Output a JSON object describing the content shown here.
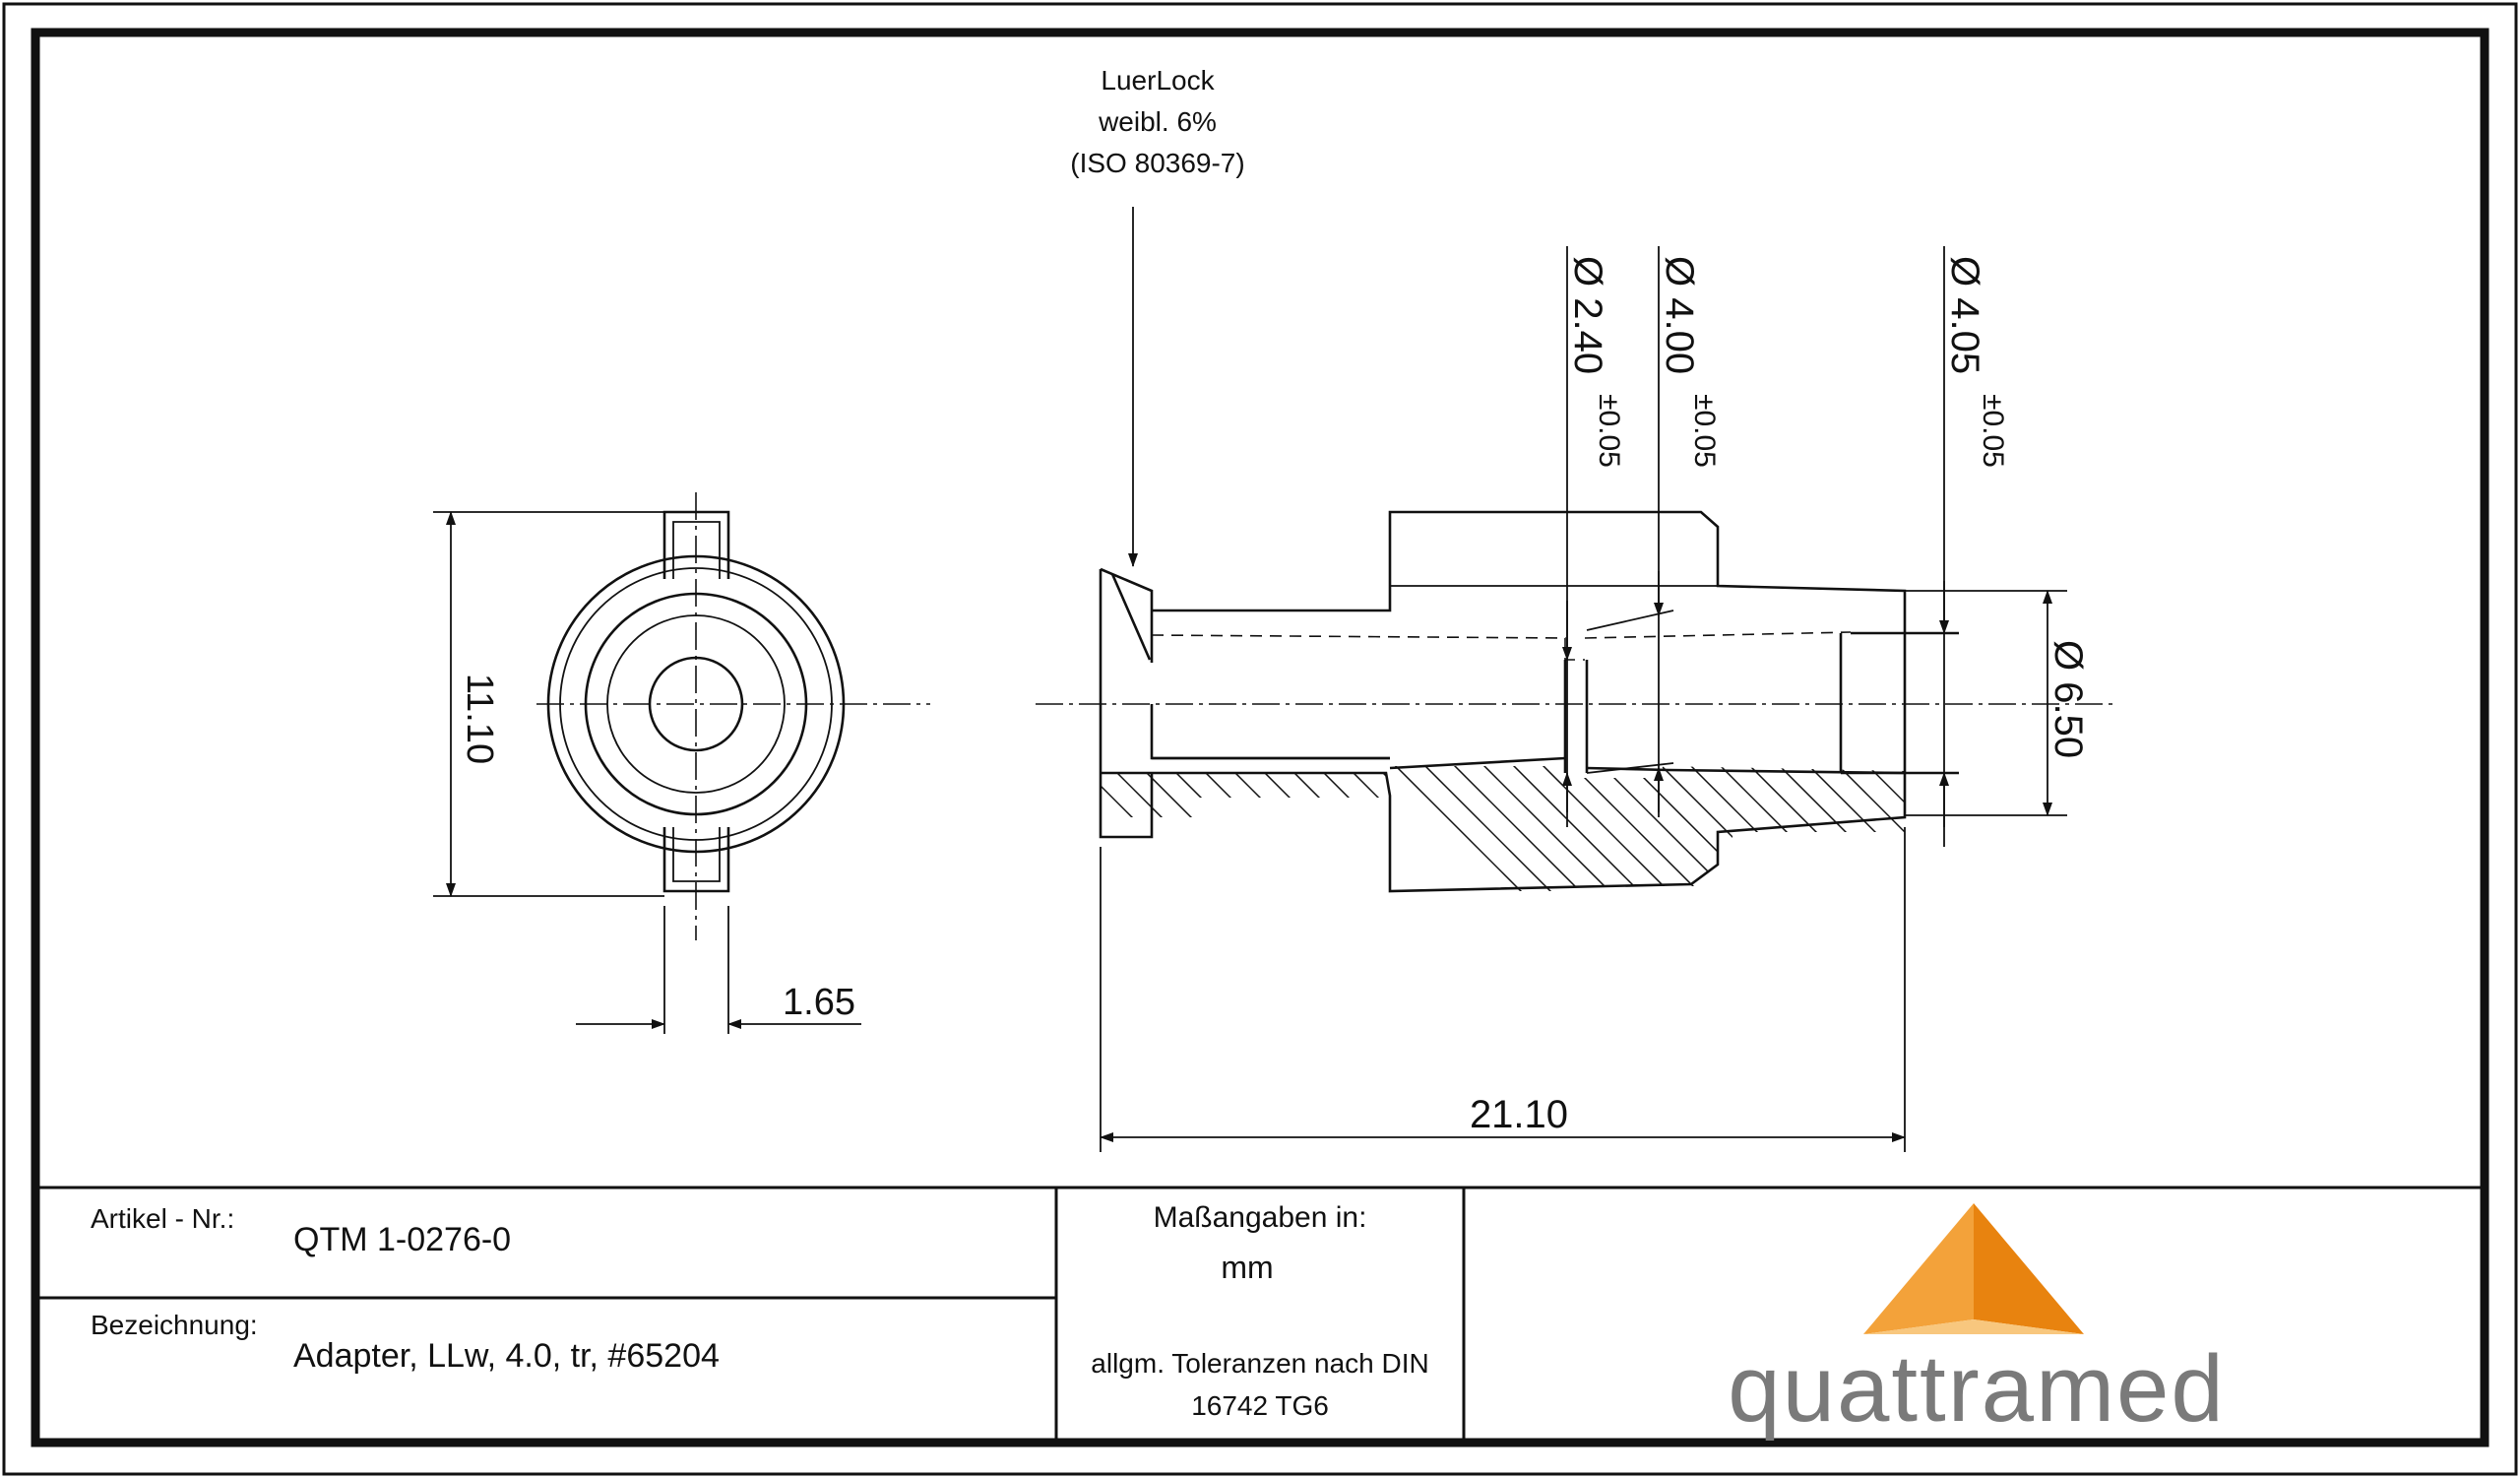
{
  "callout": {
    "line1": "LuerLock",
    "line2": "weibl. 6%",
    "line3": "(ISO 80369-7)"
  },
  "dimensions": {
    "height_left": "11.10",
    "wing_width": "1.65",
    "length": "21.10",
    "dia_outer": "Ø 6.50",
    "dia_1": "Ø 2.40",
    "dia_2": "Ø 4.00",
    "dia_3": "Ø 4.05",
    "tol_1": "±0.05",
    "tol_2": "±0.05",
    "tol_3": "±0.05"
  },
  "title_block": {
    "artikel_label": "Artikel - Nr.:",
    "artikel_value": "QTM 1-0276-0",
    "bezeichnung_label": "Bezeichnung:",
    "bezeichnung_value": "Adapter, LLw, 4.0, tr, #65204",
    "units_label": "Maßangaben in:",
    "units_value": "mm",
    "tolerance_line1": "allgm. Toleranzen nach DIN",
    "tolerance_line2": "16742 TG6",
    "logo_text": "quattramed"
  },
  "colors": {
    "logo_orange_dark": "#E8830F",
    "logo_orange_mid": "#F3A23A",
    "logo_orange_light": "#F8C77E",
    "logo_text": "#7A7A7A"
  }
}
